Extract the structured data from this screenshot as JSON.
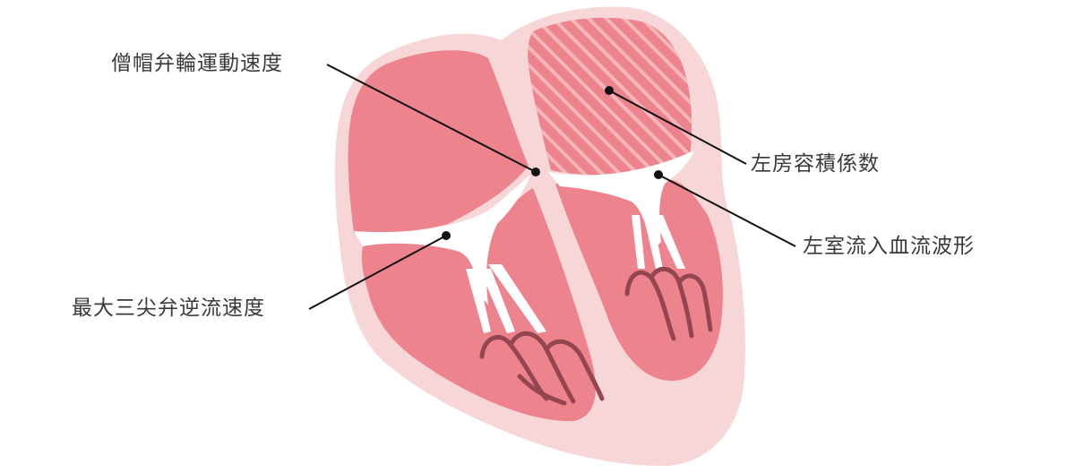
{
  "diagram": {
    "subject": "heart cross-section (four-chamber view)",
    "colors": {
      "wall": "#f7d6d7",
      "chamber": "#ec838d",
      "valve_opening": "#ffffff",
      "papillary_outline": "#93464f",
      "hatch_stripe": "#f5b6bb",
      "leader_line": "#111111",
      "label_text": "#3a3a3a"
    },
    "labels": [
      {
        "id": "mitral-annular-velocity",
        "text": "僧帽弁輪運動速度"
      },
      {
        "id": "left-atrial-volume-index",
        "text": "左房容積係数"
      },
      {
        "id": "lv-inflow-waveform",
        "text": "左室流入血流波形"
      },
      {
        "id": "max-tricuspid-regurgitation-velocity",
        "text": "最大三尖弁逆流速度"
      }
    ]
  }
}
